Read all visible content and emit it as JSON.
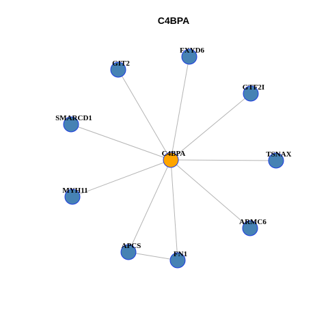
{
  "title": "C4BPA",
  "colors": {
    "hub_fill": "#FFA500",
    "node_fill": "#4682B4",
    "node_stroke": "#1C3BE0",
    "edge": "#B4B4B4"
  },
  "nodes": [
    {
      "id": "C4BPA",
      "label": "C4BPA",
      "role": "hub"
    },
    {
      "id": "FXYD6",
      "label": "FXYD6",
      "role": "neighbor"
    },
    {
      "id": "GIT2",
      "label": "GIT2",
      "role": "neighbor"
    },
    {
      "id": "GTF2I",
      "label": "GTF2I",
      "role": "neighbor"
    },
    {
      "id": "SMARCD1",
      "label": "SMARCD1",
      "role": "neighbor"
    },
    {
      "id": "TSNAX",
      "label": "TSNAX",
      "role": "neighbor"
    },
    {
      "id": "MYH11",
      "label": "MYH11",
      "role": "neighbor"
    },
    {
      "id": "ARMC6",
      "label": "ARMC6",
      "role": "neighbor"
    },
    {
      "id": "APCS",
      "label": "APCS",
      "role": "neighbor"
    },
    {
      "id": "FN1",
      "label": "FN1",
      "role": "neighbor"
    }
  ],
  "edges": [
    [
      "C4BPA",
      "FXYD6"
    ],
    [
      "C4BPA",
      "GIT2"
    ],
    [
      "C4BPA",
      "GTF2I"
    ],
    [
      "C4BPA",
      "SMARCD1"
    ],
    [
      "C4BPA",
      "TSNAX"
    ],
    [
      "C4BPA",
      "MYH11"
    ],
    [
      "C4BPA",
      "ARMC6"
    ],
    [
      "C4BPA",
      "APCS"
    ],
    [
      "C4BPA",
      "FN1"
    ],
    [
      "APCS",
      "FN1"
    ]
  ]
}
